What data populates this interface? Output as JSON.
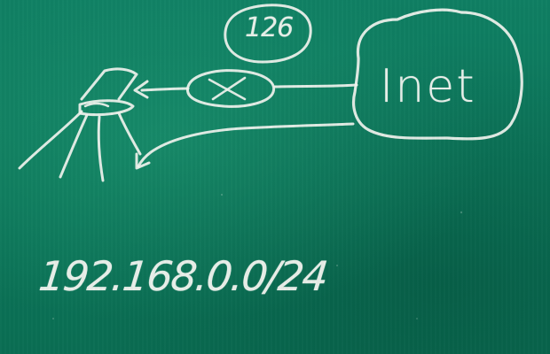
{
  "router": {
    "label": "126"
  },
  "internet": {
    "label": "Inet"
  },
  "network": {
    "label": "192.168.0.0/24"
  },
  "icons": [
    "router-icon",
    "cloud-icon",
    "access-point-icon",
    "arrow-icon"
  ]
}
